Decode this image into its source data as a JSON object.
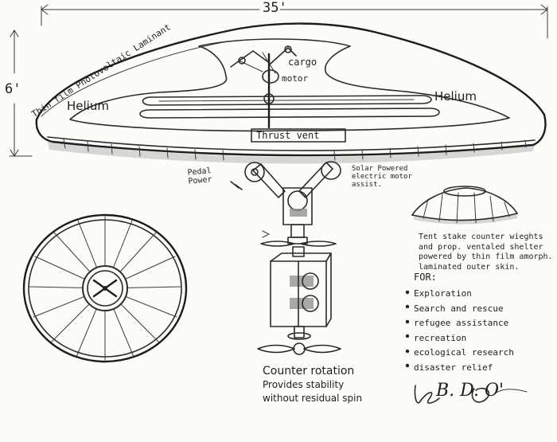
{
  "dimensions": {
    "width_label": "35'",
    "height_label": "6'"
  },
  "airship": {
    "laminate_label": "Thin film Photovoltaic Laminant",
    "helium_left": "Helium",
    "helium_right": "Helium",
    "cargo_label": "cargo",
    "motor_label": "motor",
    "thrust_vent_label": "Thrust vent"
  },
  "mechanism": {
    "pedal_label": "Pedal Power",
    "solar_label": "Solar Powered electric motor assist.",
    "caption_title": "Counter rotation",
    "caption_line2": "Provides stability",
    "caption_line3": "without residual spin"
  },
  "shelter": {
    "note_line1": "Tent stake counter wieghts",
    "note_line2": "and prop. ventaled shelter",
    "note_line3": "powered by thin film amorph.",
    "note_line4": "laminated outer skin."
  },
  "uses": {
    "heading": "FOR:",
    "items": [
      "Exploration",
      "Search and rescue",
      "refugee assistance",
      "recreation",
      "ecological research",
      "disaster relief"
    ]
  },
  "signature": "B. D. O'",
  "colors": {
    "paper": "#fcfcf8",
    "ink": "#2b2b2b",
    "highlight": "#f4f08a"
  }
}
